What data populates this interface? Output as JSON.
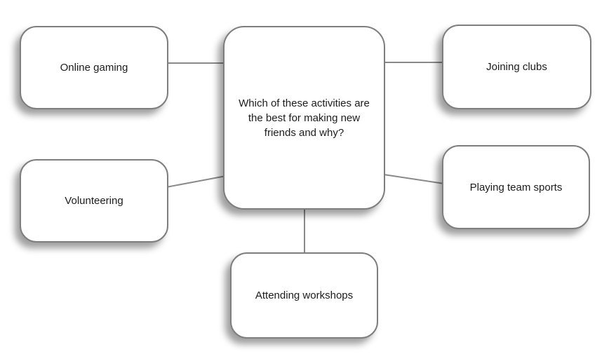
{
  "diagram": {
    "type": "mind-map",
    "center_node": {
      "label": "Which of these activities are the best for making new friends and why?"
    },
    "nodes": [
      {
        "id": "online-gaming",
        "label": "Online gaming",
        "position": "top-left"
      },
      {
        "id": "joining-clubs",
        "label": "Joining clubs",
        "position": "top-right"
      },
      {
        "id": "volunteering",
        "label": "Volunteering",
        "position": "middle-left"
      },
      {
        "id": "playing-team-sports",
        "label": "Playing team sports",
        "position": "middle-right"
      },
      {
        "id": "attending-workshops",
        "label": "Attending workshops",
        "position": "bottom-center"
      }
    ],
    "colors": {
      "background": "#ffffff",
      "node_fill": "#ffffff",
      "node_border": "#7e7e7e",
      "connector_line": "#8a8a8a",
      "text": "#1c1c1c",
      "shadow": "rgba(0,0,0,0.38)"
    }
  }
}
